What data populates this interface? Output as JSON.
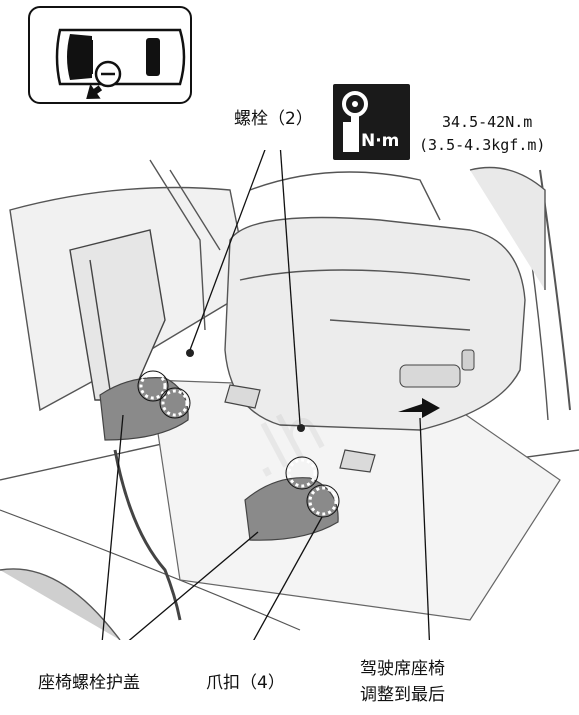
{
  "labels": {
    "bolt": "螺栓（2）",
    "torque_nm": "34.5-42N.m",
    "torque_kgf": "(3.5-4.3kgf.m)",
    "seat_bolt_cover": "座椅螺栓护盖",
    "clip": "爪扣（4）",
    "driver_seat_line1": "驾驶席座椅",
    "driver_seat_line2": "调整到最后"
  },
  "badge": {
    "text": "N·m",
    "icon": "torque-wrench-icon"
  },
  "colors": {
    "badge_bg": "#1a1a1a",
    "badge_fg": "#ffffff",
    "cover_fill": "#8a8a8a"
  }
}
